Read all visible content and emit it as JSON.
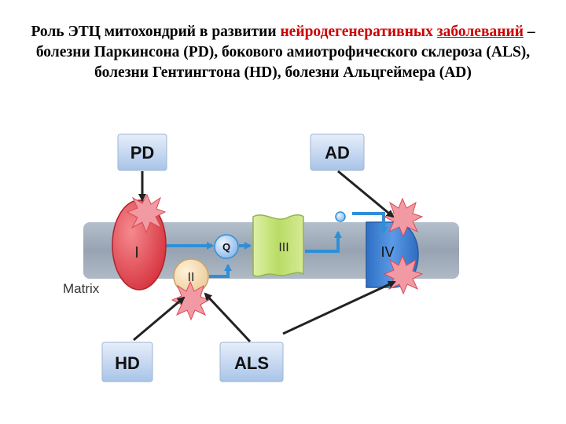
{
  "title": {
    "part1": "Роль ЭТЦ митохондрий в развитии ",
    "highlight1": "нейродегенеративных",
    "part2": " ",
    "highlight2": "заболеваний",
    "part3": " – болезни Паркинсона (PD), бокового амиотрофического склероза (ALS), болезни Гентингтона (HD), болезни Альцгеймера (AD)"
  },
  "diagram": {
    "diseases": {
      "pd": "PD",
      "ad": "AD",
      "hd": "HD",
      "als": "ALS"
    },
    "complexes": {
      "complex1": "I",
      "complex2": "II",
      "complex3": "III",
      "complex4": "IV",
      "q": "Q"
    },
    "matrix_label": "Matrix",
    "colors": {
      "membrane": "#9aa6b5",
      "complex1": "#e8414b",
      "complex2": "#f3dcb0",
      "complex3": "#c5e27a",
      "complex4": "#3f83d8",
      "box_fill": "#c9dcf3",
      "flow_arrow": "#2e8fd8",
      "starburst": "#f29aa3"
    }
  }
}
